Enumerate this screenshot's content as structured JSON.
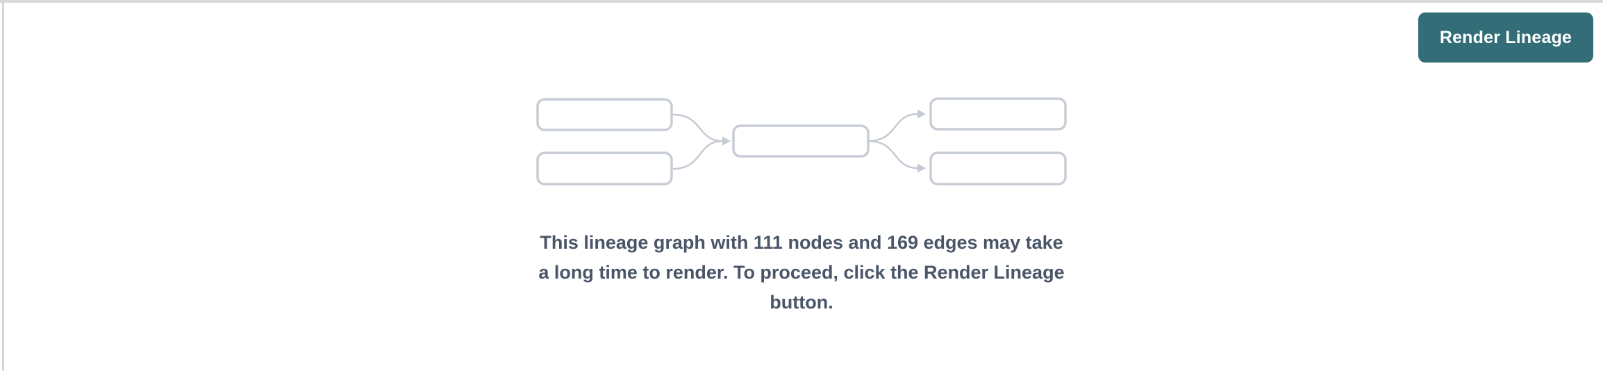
{
  "header": {
    "render_button_label": "Render Lineage"
  },
  "empty_state": {
    "message_lines": [
      "This lineage graph with 111 nodes and 169 edges may take",
      "a long time to render. To proceed, click the Render Lineage",
      "button."
    ],
    "node_count": 111,
    "edge_count": 169,
    "graph_icon": "lineage-graph-placeholder-icon"
  },
  "colors": {
    "button_teal": "#336e78",
    "button_text": "#ffffff",
    "message_text": "#4a5568",
    "graph_outline": "#c8cdd5",
    "panel_border": "#d8d9dc"
  }
}
